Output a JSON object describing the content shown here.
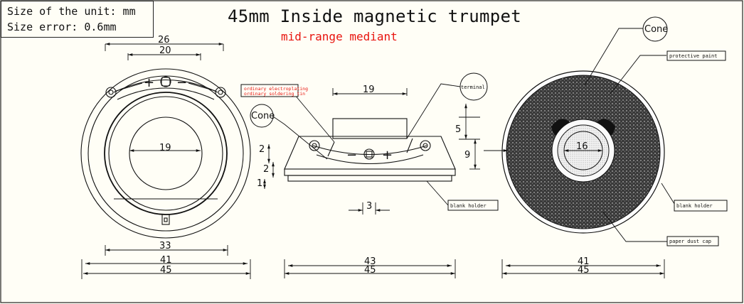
{
  "info": {
    "unit": "Size of the unit: mm",
    "error": "Size error: 0.6mm"
  },
  "title": "45mm Inside magnetic trumpet",
  "subtitle": "mid-range mediant",
  "labels": {
    "cone": "Cone",
    "terminal": "terminal",
    "protective_paint": "protective paint",
    "blank_holder": "blank holder",
    "paper_dust_cap": "paper dust cap",
    "plating_1": "ordinary electroplating",
    "plating_2": "ordinary soldering tin"
  },
  "front": {
    "d26": "26",
    "d20": "20",
    "d19": "19",
    "d33": "33",
    "d41": "41",
    "d45": "45"
  },
  "side": {
    "d19": "19",
    "d5": "5",
    "d9": "9",
    "d2a": "2",
    "d2b": "2",
    "d1": "1",
    "d3": "3",
    "d43": "43",
    "d45": "45"
  },
  "back": {
    "d16": "16",
    "d41": "41",
    "d45": "45"
  },
  "symbols": {
    "plus": "+",
    "minus": "−"
  }
}
